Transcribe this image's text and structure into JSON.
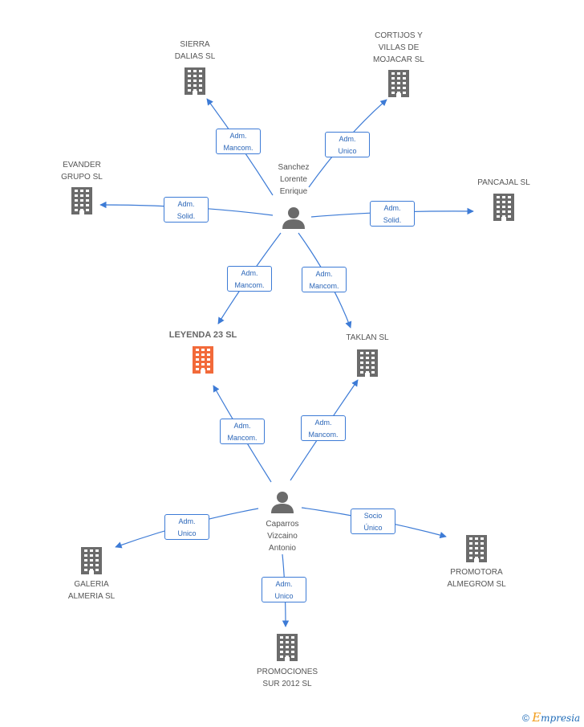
{
  "colors": {
    "edge": "#3d7bd6",
    "building": "#6b6b6b",
    "building_main": "#f26a3a",
    "person": "#6b6b6b"
  },
  "nodes": [
    {
      "id": "sierra",
      "kind": "company",
      "label": "SIERRA\nDALIAS SL"
    },
    {
      "id": "cortijos",
      "kind": "company",
      "label": "CORTIJOS Y\nVILLAS DE\nMOJACAR SL"
    },
    {
      "id": "evander",
      "kind": "company",
      "label": "EVANDER\nGRUPO SL"
    },
    {
      "id": "pancajal",
      "kind": "company",
      "label": "PANCAJAL SL"
    },
    {
      "id": "leyenda",
      "kind": "company",
      "main": true,
      "label": "LEYENDA 23 SL"
    },
    {
      "id": "taklan",
      "kind": "company",
      "label": "TAKLAN SL"
    },
    {
      "id": "galeria",
      "kind": "company",
      "label": "GALERIA\nALMERIA  SL"
    },
    {
      "id": "promotora",
      "kind": "company",
      "label": "PROMOTORA\nALMEGROM SL"
    },
    {
      "id": "promociones",
      "kind": "company",
      "label": "PROMOCIONES\nSUR 2012 SL"
    },
    {
      "id": "sanchez",
      "kind": "person",
      "label": "Sanchez\nLorente\nEnrique"
    },
    {
      "id": "caparros",
      "kind": "person",
      "label": "Caparros\nVizcaino\nAntonio"
    }
  ],
  "edges": [
    {
      "from": "sanchez",
      "to": "sierra",
      "label": "Adm.\nMancom."
    },
    {
      "from": "sanchez",
      "to": "cortijos",
      "label": "Adm.\nUnico"
    },
    {
      "from": "sanchez",
      "to": "evander",
      "label": "Adm.\nSolid."
    },
    {
      "from": "sanchez",
      "to": "pancajal",
      "label": "Adm.\nSolid."
    },
    {
      "from": "sanchez",
      "to": "leyenda",
      "label": "Adm.\nMancom."
    },
    {
      "from": "sanchez",
      "to": "taklan",
      "label": "Adm.\nMancom."
    },
    {
      "from": "caparros",
      "to": "leyenda",
      "label": "Adm.\nMancom."
    },
    {
      "from": "caparros",
      "to": "taklan",
      "label": "Adm.\nMancom."
    },
    {
      "from": "caparros",
      "to": "galeria",
      "label": "Adm.\nUnico"
    },
    {
      "from": "caparros",
      "to": "promotora",
      "label": "Socio\nÚnico"
    },
    {
      "from": "caparros",
      "to": "promociones",
      "label": "Adm.\nUnico"
    }
  ],
  "brand": {
    "symbol": "©",
    "initial": "E",
    "rest": "mpresia"
  }
}
